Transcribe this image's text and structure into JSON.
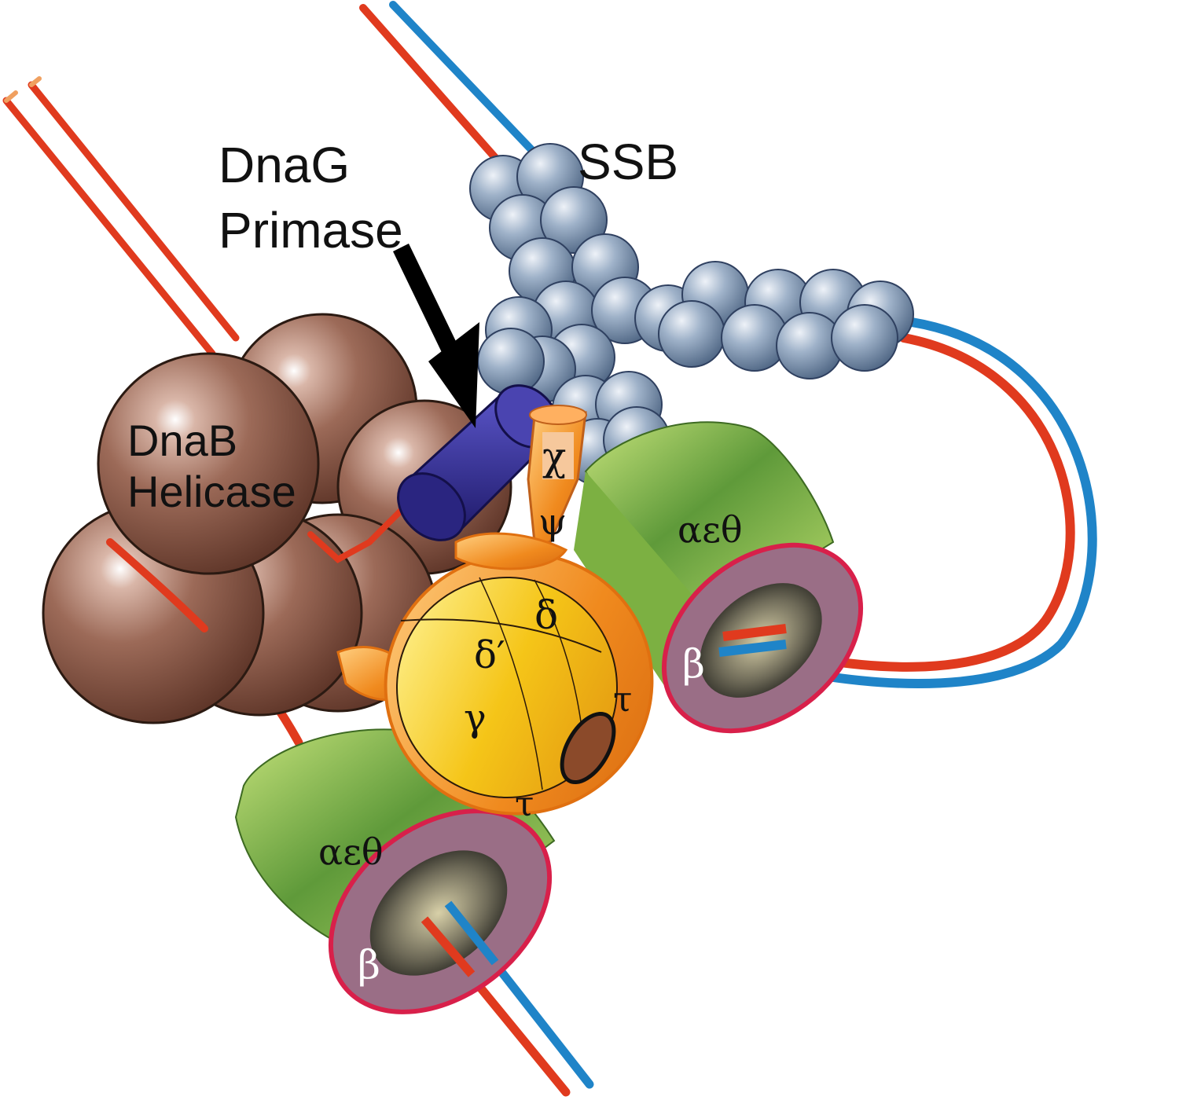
{
  "labels": {
    "dnag_line1": "DnaG",
    "dnag_line2": "Primase",
    "ssb": "SSB",
    "dnab_line1": "DnaB",
    "dnab_line2": "Helicase",
    "pol_upper": "αεθ",
    "pol_lower": "αεθ",
    "beta_upper": "β",
    "beta_lower": "β",
    "chi": "χ",
    "psi": "ψ",
    "delta": "δ",
    "delta_prime": "δ′",
    "gamma": "γ",
    "tau_right": "τ",
    "tau_bottom": "τ"
  },
  "colors": {
    "strand_red": "#e03a1e",
    "strand_blue": "#1f84c8",
    "helicase_brown": "#8b5a4a",
    "ssb_blue": "#8ea3bd",
    "primase_purple": "#2f2a8f",
    "polymerase_green": "#8cc24a",
    "clamp_ring": "#9a6e86",
    "clamp_loader_yellow": "#f5c518",
    "clamp_loader_orange": "#f08a1e"
  }
}
